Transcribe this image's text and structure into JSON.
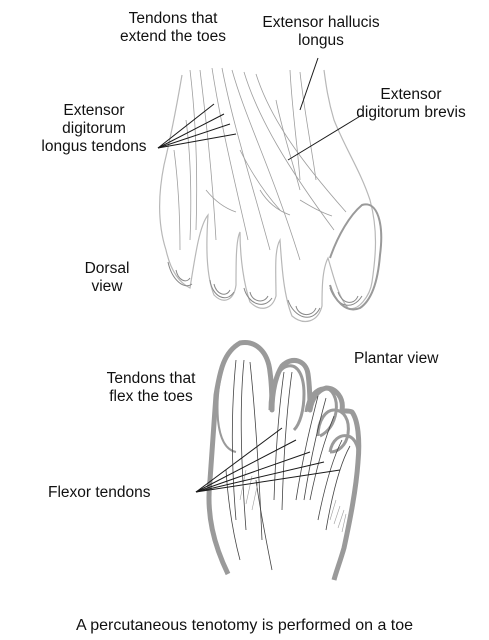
{
  "dorsal": {
    "labels": {
      "tendons_extend": [
        "Tendons that",
        "extend the toes"
      ],
      "extensor_hallucis": [
        "Extensor hallucis",
        "longus"
      ],
      "extensor_digitorum_longus": [
        "Extensor",
        "digitorum",
        "longus tendons"
      ],
      "extensor_digitorum_brevis": [
        "Extensor",
        "digitorum brevis"
      ],
      "view": [
        "Dorsal",
        "view"
      ]
    }
  },
  "plantar": {
    "labels": {
      "view": "Plantar view",
      "tendons_flex": [
        "Tendons that",
        "flex the toes"
      ],
      "flexor_tendons": "Flexor tendons"
    }
  },
  "caption": "A percutaneous tenotomy is performed on a toe",
  "colors": {
    "outline": "#9a9a9a",
    "line": "#1a1a1a",
    "fiber": "#9e9e9e",
    "text": "#111111"
  }
}
